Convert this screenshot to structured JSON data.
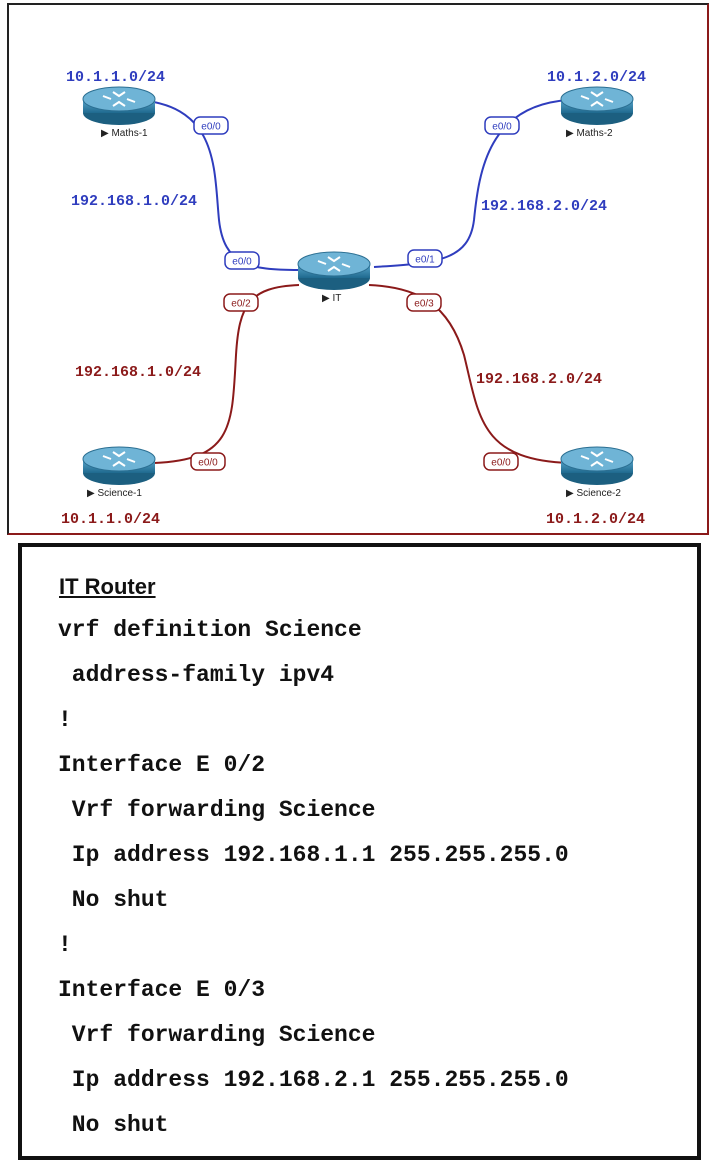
{
  "topology": {
    "routers": {
      "maths1": {
        "label": "▶ Maths-1",
        "network": "10.1.1.0/24"
      },
      "maths2": {
        "label": "▶ Maths-2",
        "network": "10.1.2.0/24"
      },
      "it": {
        "label": "▶ IT"
      },
      "science1": {
        "label": "▶ Science-1",
        "network": "10.1.1.0/24"
      },
      "science2": {
        "label": "▶ Science-2",
        "network": "10.1.2.0/24"
      }
    },
    "links": {
      "maths1_it": {
        "subnet": "192.168.1.0/24",
        "left_if": "e0/0",
        "right_if": "e0/0"
      },
      "maths2_it": {
        "subnet": "192.168.2.0/24",
        "left_if": "e0/0",
        "right_if": "e0/1"
      },
      "science1_it": {
        "subnet": "192.168.1.0/24",
        "left_if": "e0/0",
        "right_if": "e0/2"
      },
      "science2_it": {
        "subnet": "192.168.2.0/24",
        "left_if": "e0/0",
        "right_if": "e0/3"
      }
    },
    "colors": {
      "blue": "#2f3dbe",
      "red": "#8b1a1a",
      "router": "#2d7fa6"
    }
  },
  "config": {
    "title": "IT Router",
    "lines": [
      "vrf definition Science",
      " address-family ipv4",
      "!",
      "Interface E 0/2",
      " Vrf forwarding Science",
      " Ip address 192.168.1.1 255.255.255.0",
      " No shut",
      "!",
      "Interface E 0/3",
      " Vrf forwarding Science",
      " Ip address 192.168.2.1 255.255.255.0",
      " No shut"
    ]
  }
}
